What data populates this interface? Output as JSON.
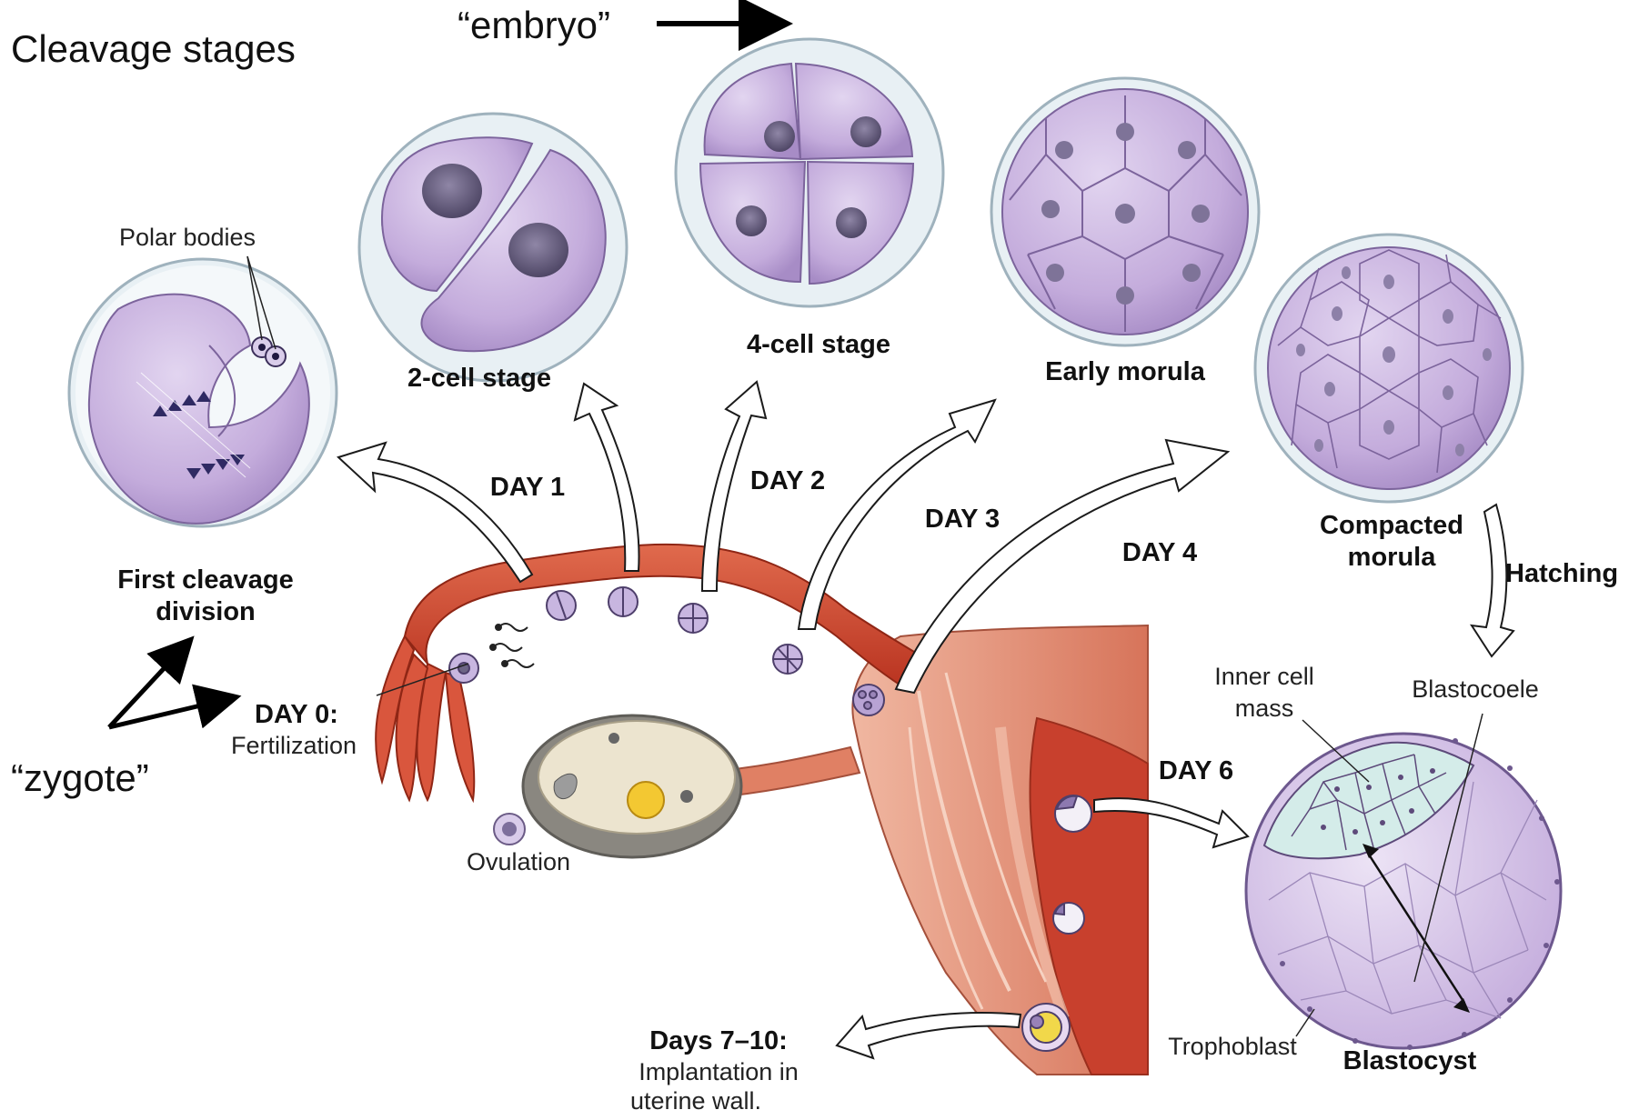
{
  "annotations": {
    "cleavage_stages": "Cleavage stages",
    "embryo": "“embryo”",
    "zygote": "“zygote”"
  },
  "stages": {
    "first_cleavage_line1": "First cleavage",
    "first_cleavage_line2": "division",
    "polar_bodies": "Polar bodies",
    "two_cell": "2-cell stage",
    "four_cell": "4-cell stage",
    "early_morula": "Early morula",
    "compacted_morula_line1": "Compacted",
    "compacted_morula_line2": "morula",
    "hatching": "Hatching",
    "blastocyst": "Blastocyst",
    "inner_cell_mass_line1": "Inner cell",
    "inner_cell_mass_line2": "mass",
    "blastocoele": "Blastocoele",
    "trophoblast": "Trophoblast"
  },
  "days": {
    "day0": "DAY 0:",
    "fertilization": "Fertilization",
    "ovulation": "Ovulation",
    "day1": "DAY 1",
    "day2": "DAY 2",
    "day3": "DAY 3",
    "day4": "DAY 4",
    "day6": "DAY 6",
    "days710": "Days 7–10:",
    "implantation_line1": "Implantation in",
    "implantation_line2": "uterine wall."
  },
  "colors": {
    "cell_fill": "#c9b4e0",
    "cell_stroke": "#8a74a8",
    "zona": "#e6eef3",
    "nucleus": "#6d6585",
    "tube": "#c9432f",
    "tube_light": "#e4795e",
    "uterus_wall": "#e9a58e",
    "icm": "#cfe8e6"
  }
}
